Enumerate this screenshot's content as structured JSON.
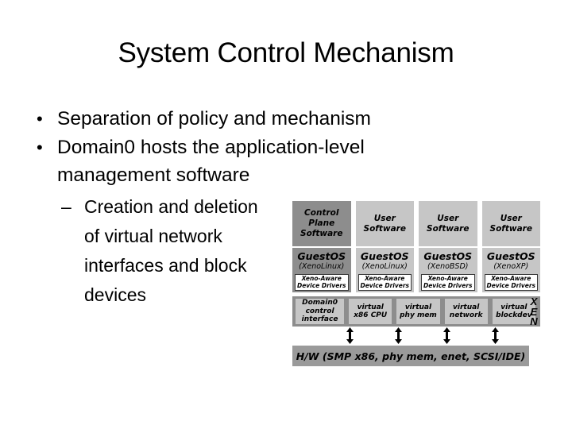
{
  "slide": {
    "title": "System Control Mechanism"
  },
  "bullets": [
    {
      "marker": "•",
      "level": 1,
      "lines": [
        "Separation of policy and mechanism"
      ]
    },
    {
      "marker": "•",
      "level": 1,
      "lines": [
        "Domain0 hosts the application-level",
        "management software"
      ]
    },
    {
      "marker": "–",
      "level": 2,
      "lines": [
        "Creation and deletion",
        "of virtual network",
        "interfaces and block",
        "devices"
      ]
    }
  ],
  "diagram": {
    "name": "xen-architecture-diagram",
    "colors": {
      "dark_gray": "#8d8d8d",
      "light_gray": "#c6c6c6",
      "hw_gray": "#9a9a9a",
      "driver_box": "#ffffff"
    },
    "columns": [
      {
        "highlighted": true,
        "top_box": [
          "Control",
          "Plane",
          "Software"
        ],
        "guest_os": "GuestOS",
        "guest_variant": "(XenoLinux)",
        "drivers": [
          "Xeno-Aware",
          "Device Drivers"
        ]
      },
      {
        "highlighted": false,
        "top_box": [
          "User",
          "Software"
        ],
        "guest_os": "GuestOS",
        "guest_variant": "(XenoLinux)",
        "drivers": [
          "Xeno-Aware",
          "Device Drivers"
        ]
      },
      {
        "highlighted": false,
        "top_box": [
          "User",
          "Software"
        ],
        "guest_os": "GuestOS",
        "guest_variant": "(XenoBSD)",
        "drivers": [
          "Xeno-Aware",
          "Device Drivers"
        ]
      },
      {
        "highlighted": false,
        "top_box": [
          "User",
          "Software"
        ],
        "guest_os": "GuestOS",
        "guest_variant": "(XenoXP)",
        "drivers": [
          "Xeno-Aware",
          "Device Drivers"
        ]
      }
    ],
    "xen_layer": {
      "label_letters": [
        "X",
        "E",
        "N"
      ],
      "domain0": [
        "Domain0",
        "control",
        "interface"
      ],
      "resources": [
        [
          "virtual",
          "x86 CPU"
        ],
        [
          "virtual",
          "phy mem"
        ],
        [
          "virtual",
          "network"
        ],
        [
          "virtual",
          "blockdev"
        ]
      ]
    },
    "hardware": "H/W (SMP x86, phy mem, enet, SCSI/IDE)"
  }
}
